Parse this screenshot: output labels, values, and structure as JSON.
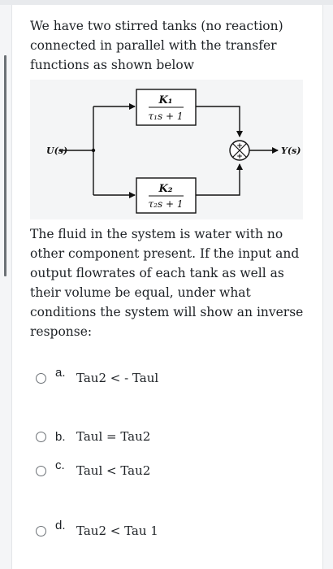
{
  "question": {
    "intro": "We have two stirred tanks (no reaction) connected in parallel with the transfer functions as shown below",
    "body": "The fluid in the system is water with no other component present. If the input and output flowrates of each tank as well as their volume be equal, under what conditions the system will show an inverse response:"
  },
  "diagram": {
    "input_label": "U(s)",
    "output_label": "Y(s)",
    "block1": {
      "num": "K₁",
      "den": "τ₁s + 1"
    },
    "block2": {
      "num": "K₂",
      "den": "τ₂s + 1"
    },
    "sum_signs": [
      "+",
      "+"
    ]
  },
  "options": [
    {
      "letter": "a.",
      "text": "Tau2 < - Taul"
    },
    {
      "letter": "b.",
      "text": "Taul = Tau2"
    },
    {
      "letter": "c.",
      "text": "Taul < Tau2"
    },
    {
      "letter": "d.",
      "text": "Tau2 < Tau 1"
    }
  ],
  "colors": {
    "page_bg": "#f4f5f7",
    "card_bg": "#ffffff",
    "text": "#1d2125",
    "diagram_bg": "#f4f5f6"
  }
}
